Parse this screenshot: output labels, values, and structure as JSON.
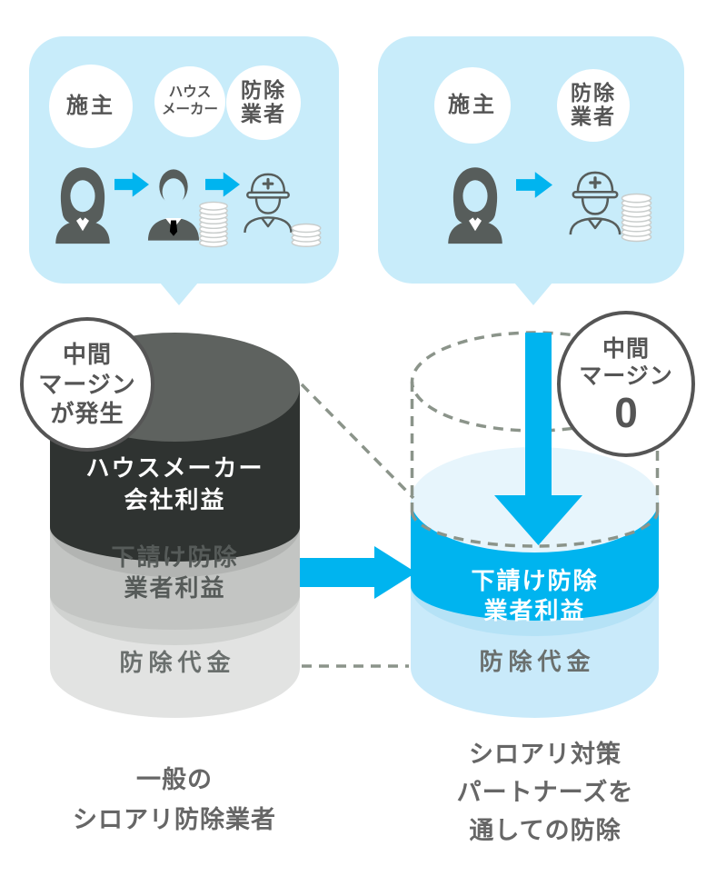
{
  "palette": {
    "bubble_bg": "#c8ecfa",
    "accent_cyan": "#00b4ef",
    "cyl_dark_top": "#5e625f",
    "cyl_dark_band": "#2f3331",
    "cyl_gray_top": "#b2b4b2",
    "cyl_gray_band": "#c3c5c3",
    "cyl_light_top": "#d0d2d0",
    "cyl_light_band": "#e2e3e2",
    "cyl_blue_top": "#e7f5fc",
    "cyl_blue_mid": "#b5e2f6",
    "cyl_blue_band": "#c9eafa",
    "dash_color": "#8b948a",
    "icon_color": "#575d5b",
    "coin_stroke": "#c9cdcc",
    "callout_color": "#555555",
    "caption_color": "#666666"
  },
  "left_flow": {
    "actors": [
      {
        "label": "施主",
        "icon": "person-woman"
      },
      {
        "label": "ハウス\nメーカー",
        "icon": "person-businessman"
      },
      {
        "label": "防除\n業者",
        "icon": "worker-helmet"
      }
    ],
    "arrow_icon": "arrow-right",
    "money_icon": "coin-stack"
  },
  "right_flow": {
    "actors": [
      {
        "label": "施主",
        "icon": "person-woman"
      },
      {
        "label": "防除\n業者",
        "icon": "worker-helmet"
      }
    ],
    "arrow_icon": "arrow-right",
    "money_icon": "coin-stack"
  },
  "left_callout": {
    "text": "中間\nマージン\nが発生"
  },
  "right_callout": {
    "line1": "中間",
    "line2": "マージン",
    "zero": "0"
  },
  "left_cylinder": {
    "layer1": "ハウスメーカー\n会社利益",
    "layer2": "下請け防除\n業者利益",
    "layer3": "防除代金",
    "caption": "一般の\nシロアリ防除業者"
  },
  "right_cylinder": {
    "layer1": "下請け防除\n業者利益",
    "layer2": "防除代金",
    "caption": "シロアリ対策\nパートナーズを\n通しての防除"
  }
}
